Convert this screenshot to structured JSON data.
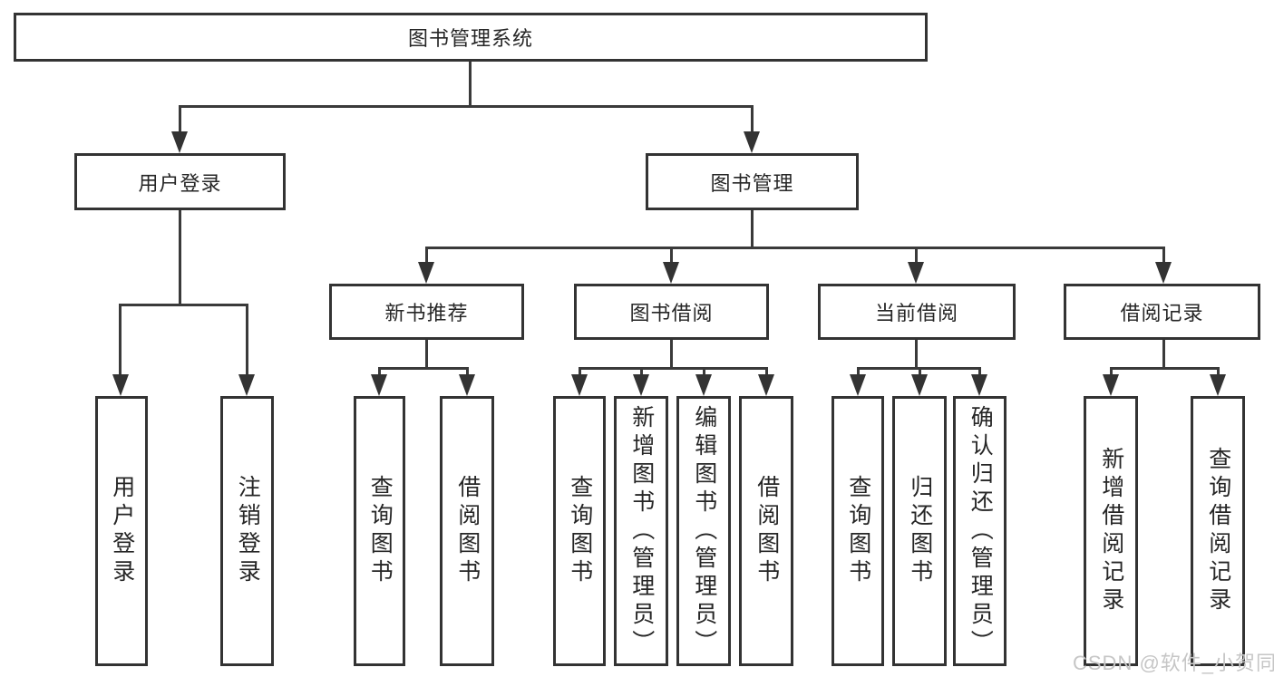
{
  "diagram": {
    "title": "图书管理系统",
    "branches": [
      {
        "label": "用户登录",
        "children": [
          {
            "label": "用户登录"
          },
          {
            "label": "注销登录"
          }
        ]
      },
      {
        "label": "图书管理",
        "groups": [
          {
            "label": "新书推荐",
            "children": [
              {
                "label": "查询图书"
              },
              {
                "label": "借阅图书"
              }
            ]
          },
          {
            "label": "图书借阅",
            "children": [
              {
                "label": "查询图书"
              },
              {
                "label": "新增图书（管理员）"
              },
              {
                "label": "编辑图书（管理员）"
              },
              {
                "label": "借阅图书"
              }
            ]
          },
          {
            "label": "当前借阅",
            "children": [
              {
                "label": "查询图书"
              },
              {
                "label": "归还图书"
              },
              {
                "label": "确认归还（管理员）"
              }
            ]
          },
          {
            "label": "借阅记录",
            "children": [
              {
                "label": "新增借阅记录"
              },
              {
                "label": "查询借阅记录"
              }
            ]
          }
        ]
      }
    ]
  },
  "watermark": {
    "text": "CSDN @软件_小贺同学"
  },
  "colors": {
    "border": "#333333",
    "line": "#3a3a3a",
    "text": "#262626",
    "watermark": "#c6c6c6",
    "background": "#ffffff"
  }
}
